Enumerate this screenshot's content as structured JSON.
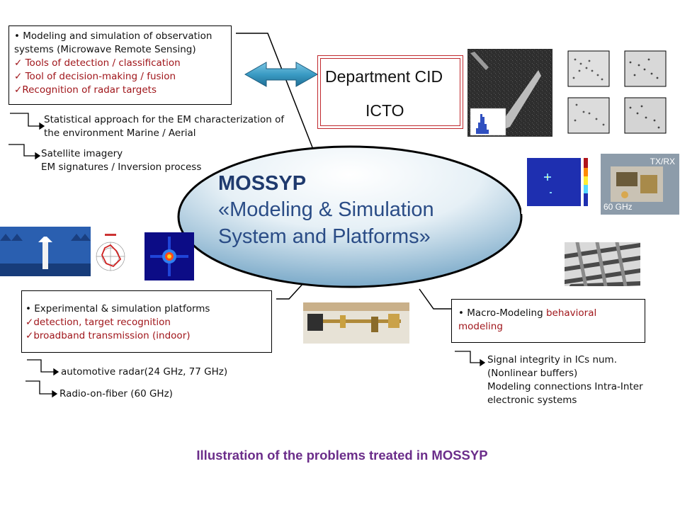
{
  "top_left_box": {
    "bullet": "•",
    "line1": "Modeling and simulation of observation",
    "line2": "systems (Microwave Remote Sensing)",
    "check": "✓",
    "item1": " Tools of detection / classification",
    "item2": " Tool of decision-making / fusion",
    "item3": "Recognition of radar targets"
  },
  "note_statistical": {
    "line1": "Statistical approach for the EM characterization of",
    "line2": "the environment Marine / Aerial"
  },
  "note_satellite": {
    "line1": "Satellite imagery",
    "line2": "EM signatures / Inversion process"
  },
  "department_box": {
    "line1": "Department CID",
    "line2": "ICTO"
  },
  "center_ellipse": {
    "title": "MOSSYP",
    "line1": "«Modeling & Simulation",
    "line2": "System and Platforms»"
  },
  "bottom_left_box": {
    "bullet": "•",
    "line1": "Experimental & simulation platforms",
    "check": "✓",
    "item1": "detection, target recognition",
    "item2": "broadband transmission (indoor)"
  },
  "note_automotive": "automotive radar(24 GHz, 77 GHz)",
  "note_radio_fiber": "Radio-on-fiber (60 GHz)",
  "right_box": {
    "bullet": "•",
    "line1_plain": "Macro-Modeling ",
    "line1_red": "behavioral",
    "line2_red": "modeling"
  },
  "note_signal": {
    "line1": "Signal integrity in ICs num.",
    "line2": "(Nonlinear buffers)",
    "line3": "Modeling connections Intra-Inter",
    "line4": "electronic systems"
  },
  "photo_labels": {
    "txrx": "TX/RX",
    "ghz60": "60 GHz"
  },
  "caption": "Illustration of the problems treated in MOSSYP",
  "colors": {
    "accent_red": "#a0161b",
    "title_blue": "#1f3a6e",
    "text_blue": "#2a4c86",
    "caption_purple": "#6b2d8a",
    "arrow_blue": "#3a9bc4"
  }
}
